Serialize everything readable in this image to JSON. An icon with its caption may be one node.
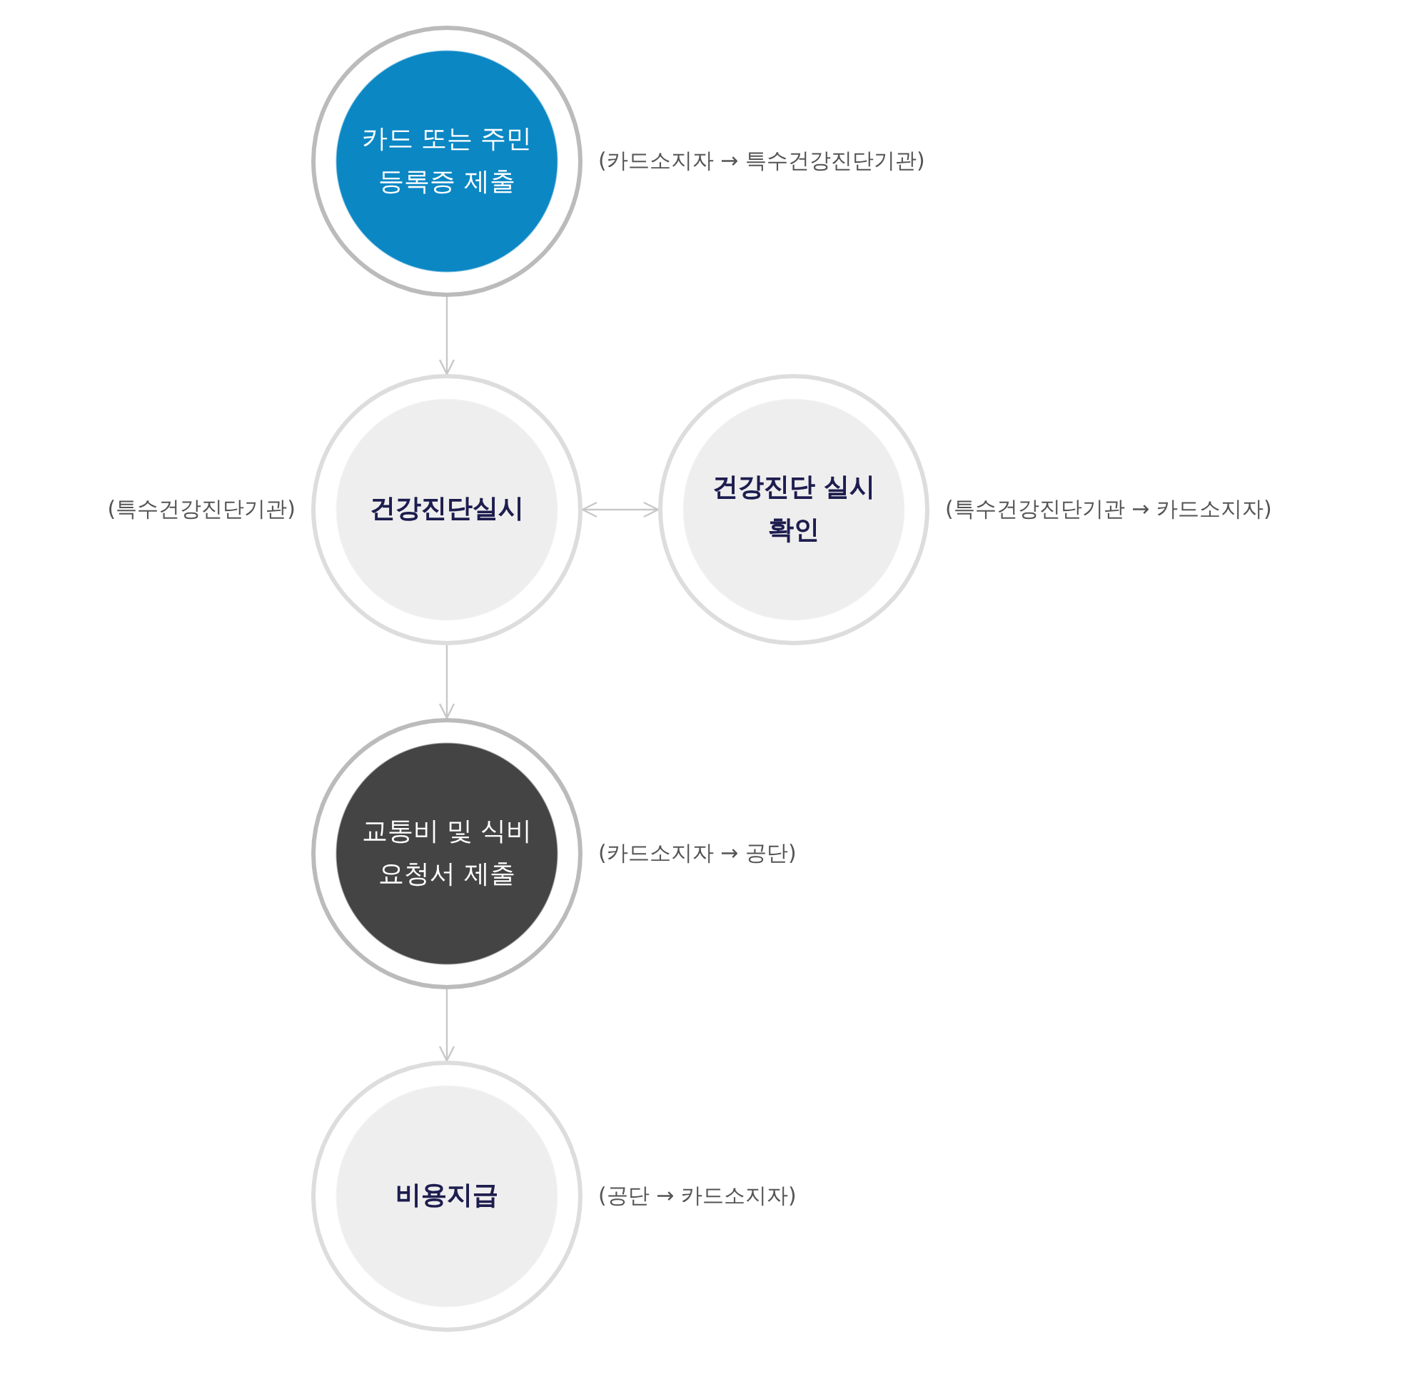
{
  "diagram": {
    "nodes": [
      {
        "text": [
          "카드 또는 주민등록증 제출"
        ],
        "beside": [
          "(카드소지자 → 특수건강진단기관)"
        ]
      },
      {
        "text": [
          "건강진단실시"
        ],
        "beside": [
          "(특수건강진단기관)"
        ]
      },
      {
        "text": [
          "건강진단 실시확인"
        ],
        "beside": [
          "(특수건강진단기관 → 카드소지자)"
        ]
      },
      {
        "text": [
          "교통비 및 식비 요청서 제출"
        ],
        "beside": [
          "(카드소지자 → 공단)"
        ]
      },
      {
        "text": [
          "비용지급"
        ],
        "beside": [
          "(공단 → 카드소지자)"
        ]
      }
    ],
    "edges": [
      {
        "from": 0,
        "to": 1,
        "arrow": "to"
      },
      {
        "from": 1,
        "to": 2,
        "arrow": "both"
      },
      {
        "from": 1,
        "to": 3,
        "arrow": "to"
      },
      {
        "from": 3,
        "to": 4,
        "arrow": "to"
      }
    ]
  }
}
